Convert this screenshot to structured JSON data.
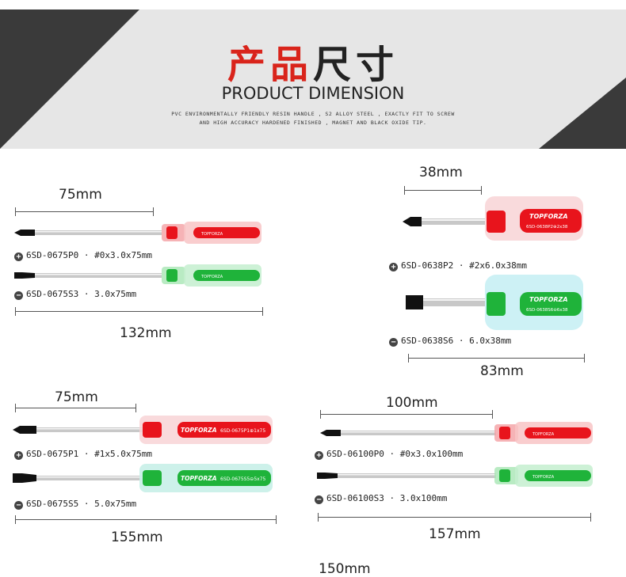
{
  "header": {
    "title_cn_part1": "产品",
    "title_cn_part2": "尺寸",
    "title_en": "PRODUCT DIMENSION",
    "subtitle_line1": "PVC ENVIRONMENTALLY FRIENDLY RESIN HANDLE , S2 ALLOY STEEL , EXACTLY FIT TO SCREW",
    "subtitle_line2": "AND HIGH ACCURACY HARDENED FINISHED , MAGNET AND BLACK OXIDE TIP."
  },
  "groups": [
    {
      "shaft_dim": "75mm",
      "total_dim": "132mm",
      "items": [
        {
          "icon": "plus",
          "label": "6SD-0675P0 · #0x3.0x75mm",
          "handle_color": "#e8141c",
          "handle_text": "TOPFORZA"
        },
        {
          "icon": "minus",
          "label": "6SD-0675S3 · 3.0x75mm",
          "handle_color": "#1fb33a",
          "handle_text": "TOPFORZA"
        }
      ]
    },
    {
      "shaft_dim": "38mm",
      "total_dim": "83mm",
      "items": [
        {
          "icon": "plus",
          "label": "6SD-0638P2 · #2x6.0x38mm",
          "handle_color": "#e8141c",
          "handle_text": "TOPFORZA",
          "handle_code": "6SD-0638P2⊕2x38"
        },
        {
          "icon": "minus",
          "label": "6SD-0638S6 · 6.0x38mm",
          "handle_color": "#1fb33a",
          "handle_text": "TOPFORZA",
          "handle_code": "6SD-0638S6⊖6x38"
        }
      ]
    },
    {
      "shaft_dim": "75mm",
      "total_dim": "155mm",
      "items": [
        {
          "icon": "plus",
          "label": "6SD-0675P1 · #1x5.0x75mm",
          "handle_color": "#e8141c",
          "handle_text": "TOPFORZA",
          "handle_code": "6SD-0675P1⊕1x75"
        },
        {
          "icon": "minus",
          "label": "6SD-0675S5 · 5.0x75mm",
          "handle_color": "#1fb33a",
          "handle_text": "TOPFORZA",
          "handle_code": "6SD-0675S5⊖5x75"
        }
      ]
    },
    {
      "shaft_dim": "100mm",
      "total_dim": "157mm",
      "items": [
        {
          "icon": "plus",
          "label": "6SD-06100P0 · #0x3.0x100mm",
          "handle_color": "#e8141c",
          "handle_text": "TOPFORZA"
        },
        {
          "icon": "minus",
          "label": "6SD-06100S3 · 3.0x100mm",
          "handle_color": "#1fb33a",
          "handle_text": "TOPFORZA"
        }
      ]
    }
  ],
  "footer_dim": "150mm"
}
